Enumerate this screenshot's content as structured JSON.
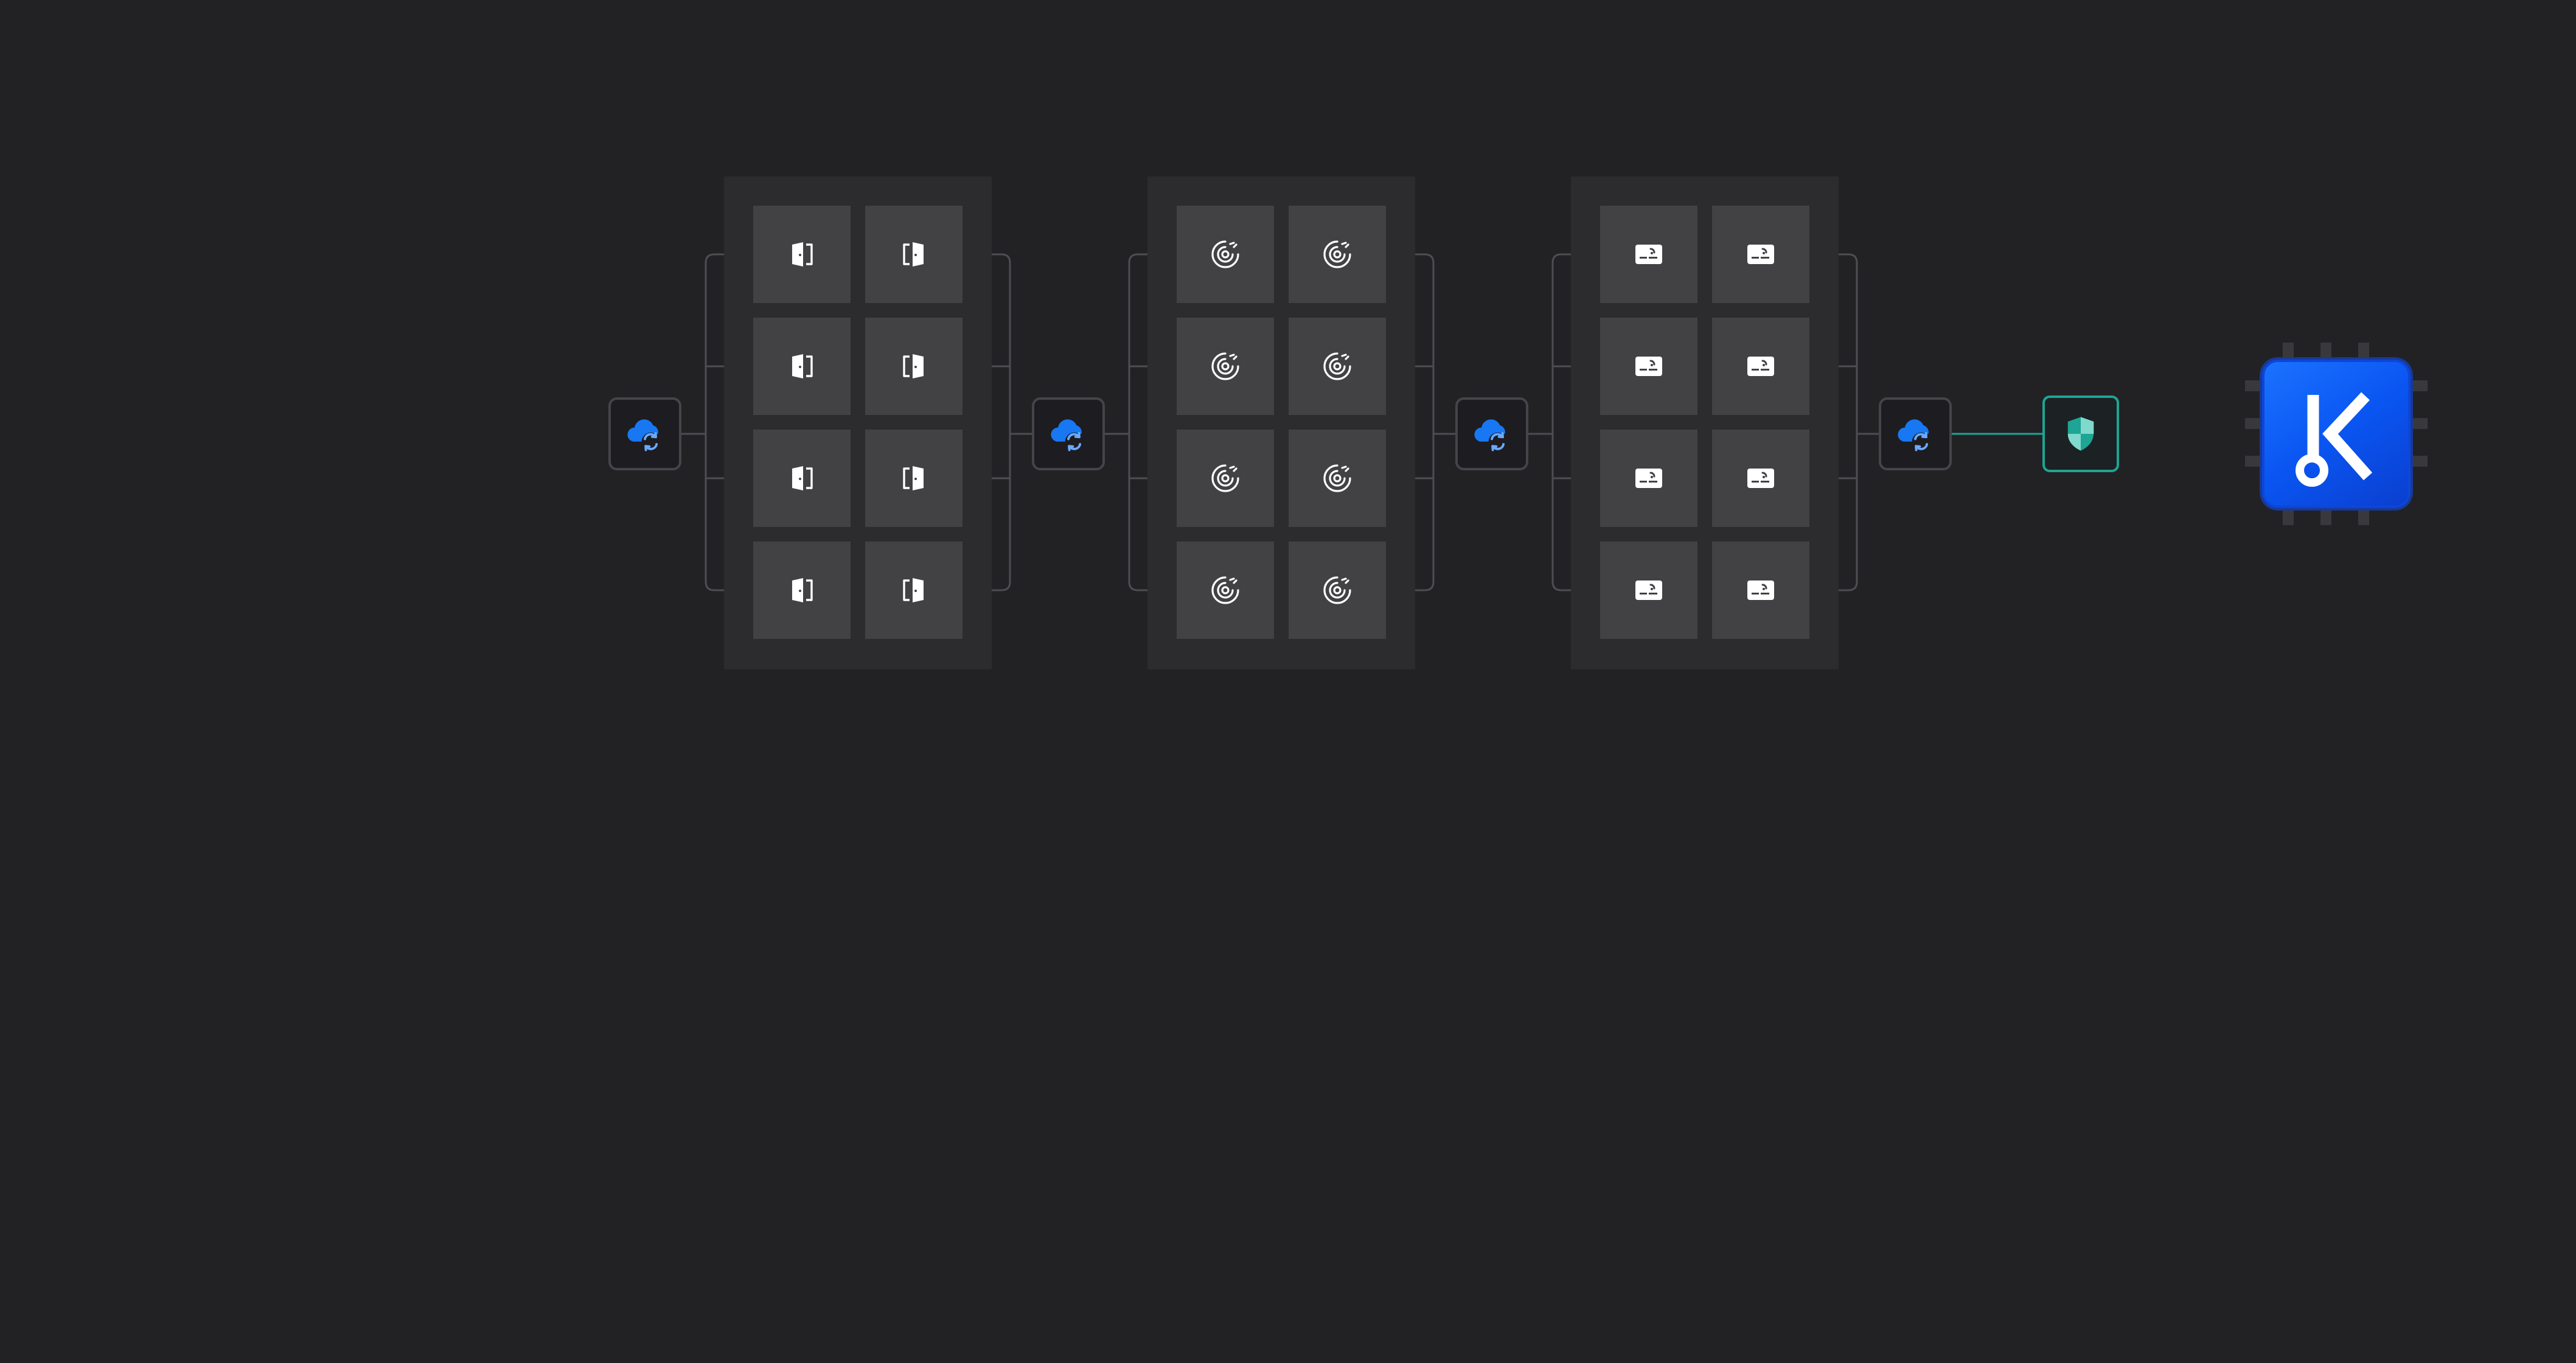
{
  "diagram": {
    "sync_nodes": [
      {
        "icon": "cloud-sync-icon"
      },
      {
        "icon": "cloud-sync-icon"
      },
      {
        "icon": "cloud-sync-icon"
      },
      {
        "icon": "cloud-sync-icon"
      }
    ],
    "panels": [
      {
        "name": "door-panel",
        "tile_icon": "door-icon",
        "tile_count": 8
      },
      {
        "name": "sensor-panel",
        "tile_icon": "sensor-icon",
        "tile_count": 8
      },
      {
        "name": "reader-panel",
        "tile_icon": "card-reader-icon",
        "tile_count": 8
      }
    ],
    "security_node": {
      "icon": "shield-icon"
    },
    "hub": {
      "icon": "key-logo-icon",
      "logo_text": "K"
    },
    "colors": {
      "background": "#222124",
      "panel": "#2c2b2e",
      "tile": "#424144",
      "node_border": "#454449",
      "connector": "#4e4d52",
      "cloud_blue": "#1877f2",
      "teal_accent": "#1ea593",
      "hub_blue": "#0a55f2"
    }
  }
}
